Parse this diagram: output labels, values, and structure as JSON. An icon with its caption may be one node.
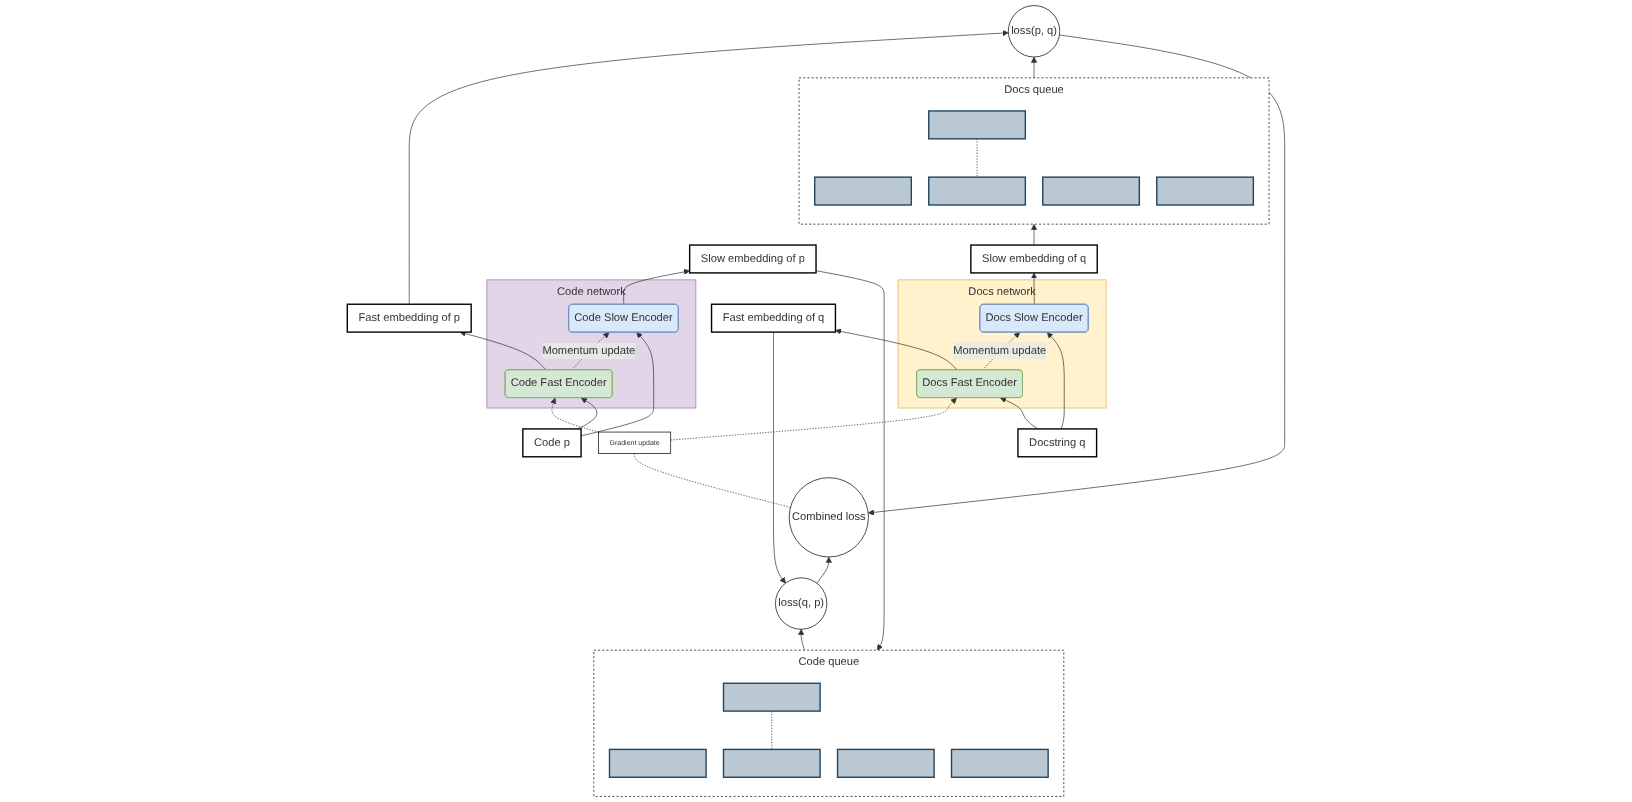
{
  "diagram": {
    "nodes": [
      {
        "text": [
          "Docs queue"
        ]
      },
      {
        "text": [],
        "shape": "bar",
        "in": 0
      },
      {
        "text": [],
        "shape": "bar",
        "in": 0
      },
      {
        "text": [],
        "shape": "bar",
        "in": 0
      },
      {
        "text": [],
        "shape": "bar",
        "in": 0
      },
      {
        "text": [],
        "shape": "bar",
        "in": 0
      },
      {
        "text": [
          "Code queue"
        ]
      },
      {
        "text": [],
        "shape": "bar",
        "in": 6
      },
      {
        "text": [],
        "shape": "bar",
        "in": 6
      },
      {
        "text": [],
        "shape": "bar",
        "in": 6
      },
      {
        "text": [],
        "shape": "bar",
        "in": 6
      },
      {
        "text": [],
        "shape": "bar",
        "in": 6
      },
      {
        "text": [
          "Combined loss"
        ]
      },
      {
        "text": [
          "loss(p, q)"
        ]
      },
      {
        "text": [
          "loss(q, p)"
        ]
      },
      {
        "text": [
          "Gradient update"
        ]
      },
      {
        "text": [
          "Slow embedding of q"
        ]
      },
      {
        "text": [
          "Fast embedding of q"
        ]
      },
      {
        "text": [
          "Fast embedding of p"
        ]
      },
      {
        "text": [
          "Slow embedding of p"
        ]
      },
      {
        "text": [
          "Docs network"
        ]
      },
      {
        "text": [
          "Docs Slow Encoder"
        ],
        "in": 20
      },
      {
        "text": [
          "Docs Fast Encoder"
        ],
        "in": 20
      },
      {
        "text": [
          "Code network"
        ]
      },
      {
        "text": [
          "Code Fast Encoder"
        ],
        "in": 23
      },
      {
        "text": [
          "Code Slow Encoder"
        ],
        "in": 23
      },
      {
        "text": [
          "Docstring q"
        ]
      },
      {
        "text": [
          "Code p"
        ]
      }
    ],
    "edges": [
      {
        "from": 2,
        "to": 3,
        "arrow": "none",
        "style": "dashed"
      },
      {
        "from": 8,
        "to": 9,
        "arrow": "none",
        "style": "dashed"
      },
      {
        "from": 0,
        "to": 13,
        "arrow": "to"
      },
      {
        "from": 6,
        "to": 14,
        "arrow": "to"
      },
      {
        "from": 13,
        "to": 12,
        "arrow": "to"
      },
      {
        "from": 14,
        "to": 12,
        "arrow": "to"
      },
      {
        "from": 12,
        "to": 15,
        "arrow": "none",
        "style": "dashed"
      },
      {
        "from": 15,
        "to": 22,
        "arrow": "to",
        "style": "dashed"
      },
      {
        "from": 15,
        "to": 24,
        "arrow": "to",
        "style": "dashed"
      },
      {
        "from": 17,
        "to": 14,
        "arrow": "to"
      },
      {
        "from": 18,
        "to": 13,
        "arrow": "to"
      },
      {
        "from": 16,
        "to": 0,
        "arrow": "to"
      },
      {
        "from": 19,
        "to": 6,
        "arrow": "to"
      },
      {
        "from": 21,
        "to": 16,
        "arrow": "to"
      },
      {
        "from": 22,
        "to": 17,
        "arrow": "to"
      },
      {
        "from": 24,
        "to": 18,
        "arrow": "to"
      },
      {
        "from": 25,
        "to": 19,
        "arrow": "to"
      },
      {
        "from": 22,
        "to": 21,
        "label": "Momentum update",
        "arrow": "to",
        "style": "dashed"
      },
      {
        "from": 24,
        "to": 25,
        "label": "Momentum update",
        "arrow": "to",
        "style": "dashed"
      },
      {
        "from": 26,
        "to": 22,
        "arrow": "to"
      },
      {
        "from": 26,
        "to": 21,
        "arrow": "to"
      },
      {
        "from": 27,
        "to": 24,
        "arrow": "to"
      },
      {
        "from": 27,
        "to": 25,
        "arrow": "to"
      }
    ]
  }
}
